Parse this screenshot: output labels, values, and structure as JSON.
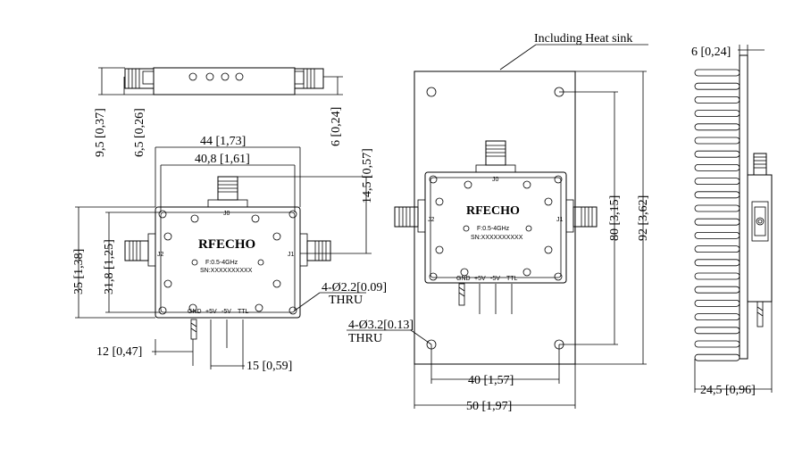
{
  "heat_sink_note": "Including Heat sink",
  "brand": "RFECHO",
  "freq": "F:0.5-4GHz",
  "serial": "SN:XXXXXXXXXX",
  "ports": {
    "j0": "J0",
    "j1": "J1",
    "j2": "J2"
  },
  "pins": {
    "gnd": "GND",
    "p5v": "+5V",
    "m5v": "-5V",
    "ttl": "TTL"
  },
  "dims": {
    "d44": "44 [1,73]",
    "d408": "40,8 [1,61]",
    "d145": "14,5 [0,57]",
    "d95": "9,5 [0,37]",
    "d65": "6,5 [0,26]",
    "d6side": "6 [0,24]",
    "d35": "35 [1,38]",
    "d318": "31,8 [1,25]",
    "hole22a": "4-Ø2.2[0.09]",
    "thru": "THRU",
    "d12": "12 [0,47]",
    "d15": "15 [0,59]",
    "hole32a": "4-Ø3.2[0.13]",
    "d80": "80 [3,15]",
    "d92": "92 [3,62]",
    "d40": "40 [1,57]",
    "d50": "50 [1,97]",
    "d6top": "6 [0,24]",
    "d245": "24,5 [0,96]"
  }
}
